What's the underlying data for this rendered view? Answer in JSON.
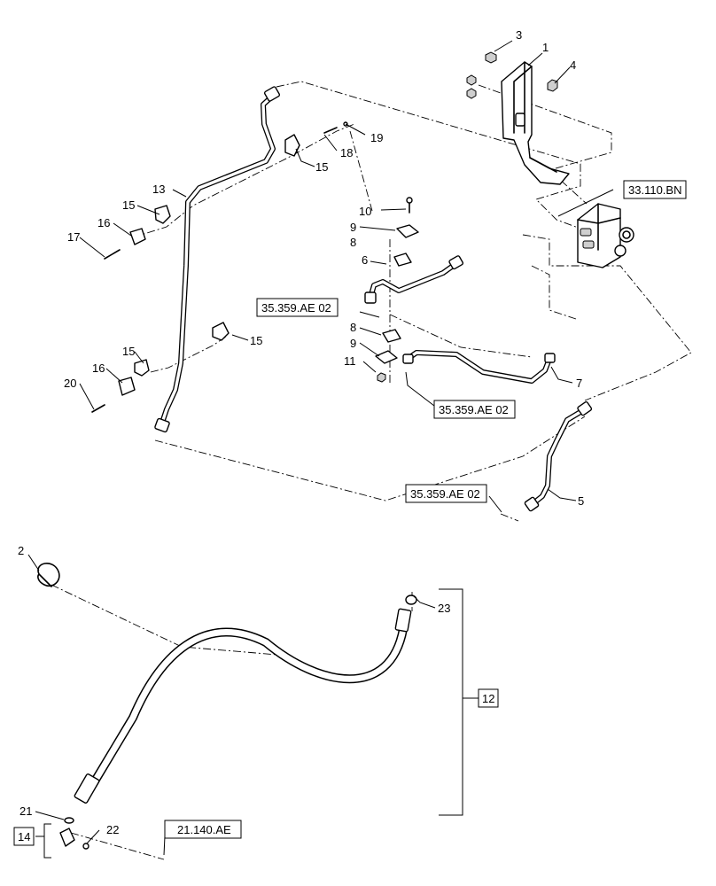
{
  "callouts": {
    "c1": "1",
    "c2": "2",
    "c3": "3",
    "c4": "4",
    "c5": "5",
    "c6": "6",
    "c7": "7",
    "c8a": "8",
    "c8b": "8",
    "c9a": "9",
    "c9b": "9",
    "c10": "10",
    "c11": "11",
    "c13": "13",
    "c15a": "15",
    "c15b": "15",
    "c15c": "15",
    "c15d": "15",
    "c16a": "16",
    "c16b": "16",
    "c17": "17",
    "c18": "18",
    "c19": "19",
    "c20": "20",
    "c21": "21",
    "c22": "22",
    "c23": "23"
  },
  "boxed_callouts": {
    "c12": "12",
    "c14": "14"
  },
  "references": {
    "r1": "33.110.BN",
    "r2": "35.359.AE 02",
    "r3": "35.359.AE 02",
    "r4": "35.359.AE 02",
    "r5": "21.140.AE"
  }
}
